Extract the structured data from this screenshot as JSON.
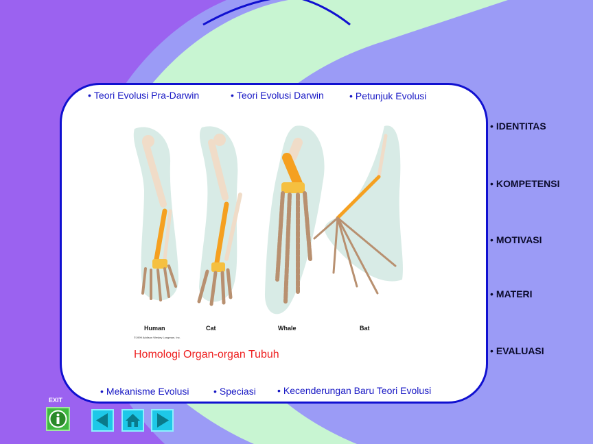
{
  "colors": {
    "background": "#9b9bf6",
    "arc": "#c8f5d2",
    "panel_border": "#1010d0",
    "link_text": "#1616c4",
    "caption_text": "#ee2020",
    "menu_text": "#0a0a2a",
    "info_button": "#3fb83f",
    "nav_button": "#1ec8e8"
  },
  "top_links": [
    {
      "label": "Teori Evolusi Pra-Darwin"
    },
    {
      "label": "Teori Evolusi Darwin"
    },
    {
      "label": "Petunjuk Evolusi"
    }
  ],
  "bottom_links": [
    {
      "label": "Mekanisme Evolusi"
    },
    {
      "label": "Speciasi"
    },
    {
      "label": "Kecenderungan Baru Teori Evolusi"
    }
  ],
  "figure": {
    "labels": [
      "Human",
      "Cat",
      "Whale",
      "Bat"
    ],
    "copyright": "©1999 Addison Wesley Longman, Inc."
  },
  "caption": "Homologi Organ-organ Tubuh",
  "side_menu": [
    {
      "label": "IDENTITAS"
    },
    {
      "label": "KOMPETENSI"
    },
    {
      "label": "MOTIVASI"
    },
    {
      "label": "MATERI"
    },
    {
      "label": "EVALUASI"
    }
  ],
  "bullet": "•",
  "exit_label": "EXIT",
  "nav_buttons": [
    {
      "icon": "info-icon"
    },
    {
      "icon": "arrow-left-icon"
    },
    {
      "icon": "home-icon"
    },
    {
      "icon": "arrow-right-icon"
    }
  ]
}
